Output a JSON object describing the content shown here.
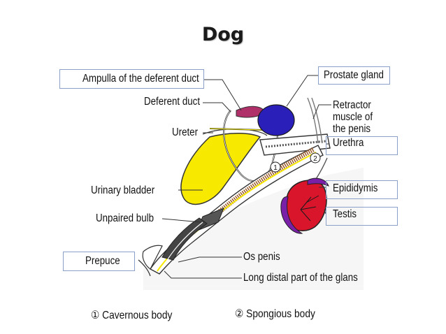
{
  "title": "Dog",
  "labels": {
    "ampulla": "Ampulla of the deferent duct",
    "deferent_duct": "Deferent duct",
    "ureter": "Ureter",
    "urinary_bladder": "Urinary bladder",
    "unpaired_bulb": "Unpaired bulb",
    "prepuce": "Prepuce",
    "prostate": "Prostate gland",
    "retractor": [
      "Retractor",
      "muscle of",
      "the penis"
    ],
    "urethra": "Urethra",
    "epididymis": "Epididymis",
    "testis": "Testis",
    "os_penis": "Os penis",
    "glans": "Long distal part of the glans"
  },
  "legend": {
    "cavernous": "① Cavernous body",
    "spongious": "② Spongious body"
  },
  "markers": {
    "one": "1",
    "two": "2"
  },
  "colors": {
    "bladder": "#f7ea00",
    "prostate": "#2a1fb8",
    "testis": "#d8152b",
    "epididymis": "#7a1fa8",
    "ampulla": "#b0306a",
    "box_border": "#8aa0c8"
  }
}
